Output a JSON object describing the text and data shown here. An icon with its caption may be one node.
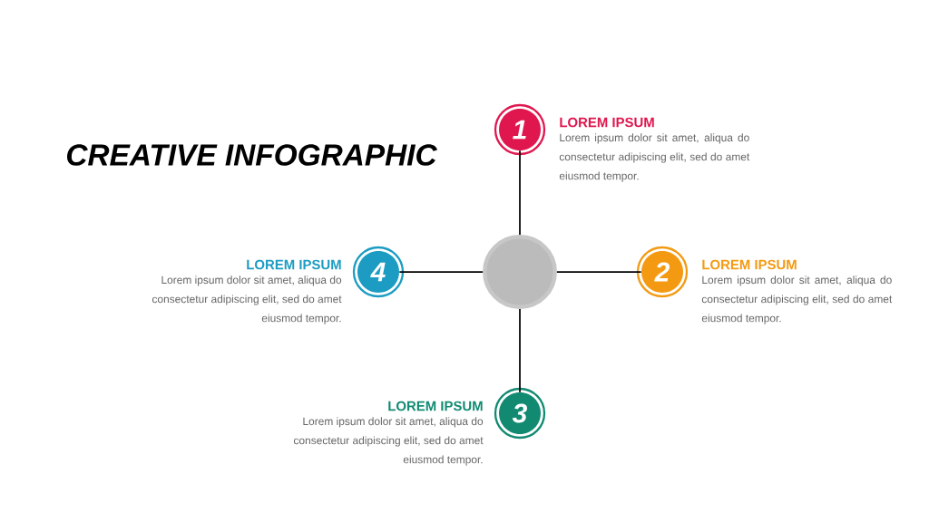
{
  "diagram": {
    "title": "CREATIVE INFOGRAPHIC",
    "nodes": [
      {
        "text": [],
        "shape": "circle"
      },
      {
        "text": [
          "1"
        ],
        "beside": [
          "LOREM IPSUM",
          "Lorem ipsum dolor sit amet, aliqua do consectetur adipiscing elit, sed do amet eiusmod tempor."
        ]
      },
      {
        "text": [
          "2"
        ],
        "beside": [
          "LOREM IPSUM",
          "Lorem ipsum dolor sit amet, aliqua do consectetur adipiscing elit, sed do amet eiusmod tempor."
        ]
      },
      {
        "text": [
          "3"
        ],
        "beside": [
          "LOREM IPSUM",
          "Lorem ipsum dolor sit amet, aliqua do consectetur adipiscing elit, sed do amet eiusmod tempor."
        ]
      },
      {
        "text": [
          "4"
        ],
        "beside": [
          "LOREM IPSUM",
          "Lorem ipsum dolor sit amet, aliqua do consectetur adipiscing elit, sed do amet eiusmod tempor."
        ]
      }
    ],
    "edges": [
      {
        "from": 0,
        "to": 1,
        "arrow": "none"
      },
      {
        "from": 0,
        "to": 2,
        "arrow": "none"
      },
      {
        "from": 0,
        "to": 3,
        "arrow": "none"
      },
      {
        "from": 0,
        "to": 4,
        "arrow": "none"
      }
    ]
  }
}
